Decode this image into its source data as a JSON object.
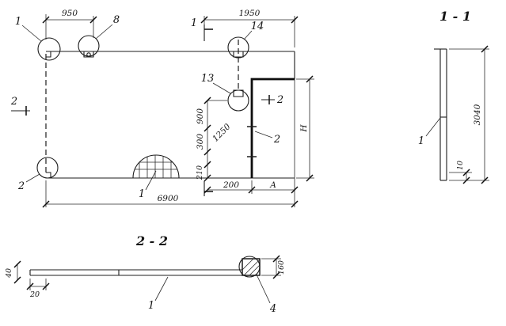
{
  "plan": {
    "dims": {
      "w950": "950",
      "w1950": "1950",
      "v900": "900",
      "v300": "300",
      "v1250": "1250",
      "v210": "210",
      "w200": "200",
      "wA": "A",
      "hH": "H",
      "overall": "6900"
    },
    "callouts": {
      "corner_tl": "1",
      "loop_top": "8",
      "loop_right_top": "14",
      "loop_mid": "13",
      "corner_bl": "2",
      "dome": "1",
      "edge": "2"
    },
    "sections": {
      "cut1_top": "1",
      "cut2_left": "2",
      "cut2_right": "2"
    }
  },
  "section11": {
    "title": "1 - 1",
    "h3040": "3040",
    "t10": "10",
    "panel": "1"
  },
  "section22": {
    "title": "2 - 2",
    "h160": "160",
    "w20": "20",
    "w40": "40",
    "panel": "1",
    "corner": "4"
  },
  "colors": {
    "ink": "#141414",
    "paper": "#ffffff"
  }
}
